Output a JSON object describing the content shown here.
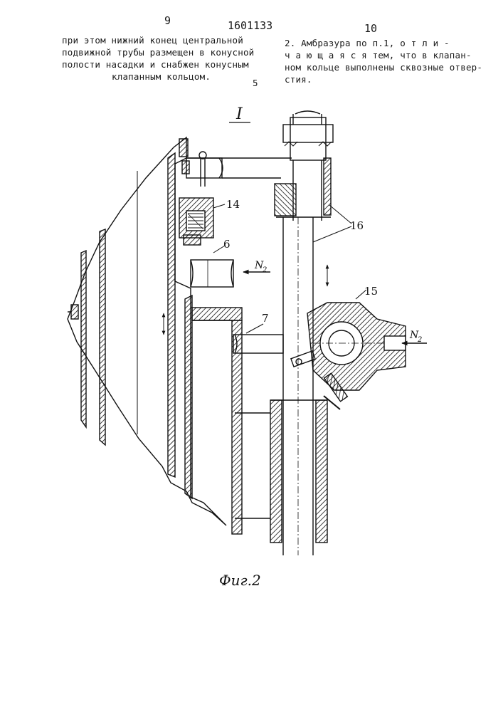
{
  "header": {
    "page_left": "9",
    "patent_number": "1601133",
    "page_right": "10"
  },
  "left_column": {
    "lines": [
      "при этом нижний конец центральной",
      "подвижной трубы размещен в конусной",
      "полости насадки и снабжен конусным",
      "клапанным кольцом."
    ]
  },
  "right_column": {
    "lines": [
      "2. Амбразура по п.1, о т л и -",
      "ч а ю щ а я с я  тем, что в клапан-",
      "ном кольце выполнены сквозные отвер-",
      "стия."
    ]
  },
  "line_marker": "5",
  "figure": {
    "view_label": "I",
    "labels": {
      "l14": "14",
      "l6": "6",
      "l16": "16",
      "l15": "15",
      "l7": "7",
      "n2_left": "N",
      "n2_left_sub": "2",
      "n2_right": "N",
      "n2_right_sub": "2"
    },
    "caption": "Фиг.2"
  }
}
